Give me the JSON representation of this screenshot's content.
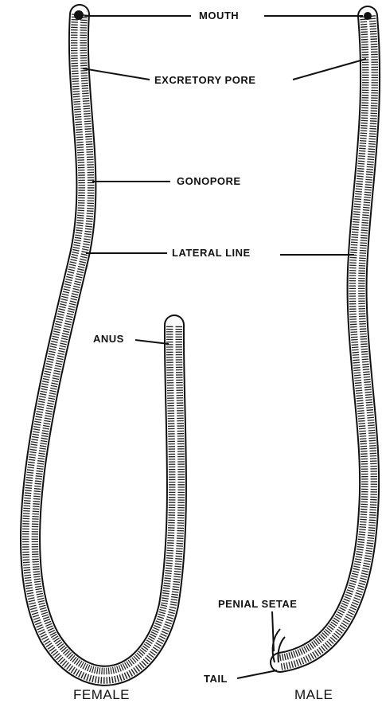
{
  "labels": {
    "mouth": "MOUTH",
    "excretory_pore": "EXCRETORY PORE",
    "gonopore": "GONOPORE",
    "lateral_line": "LATERAL LINE",
    "anus": "ANUS",
    "penial_setae": "PENIAL SETAE",
    "tail": "TAIL"
  },
  "captions": {
    "female": "FEMALE",
    "male": "MALE"
  },
  "colors": {
    "ink": "#111111",
    "background": "#ffffff"
  }
}
